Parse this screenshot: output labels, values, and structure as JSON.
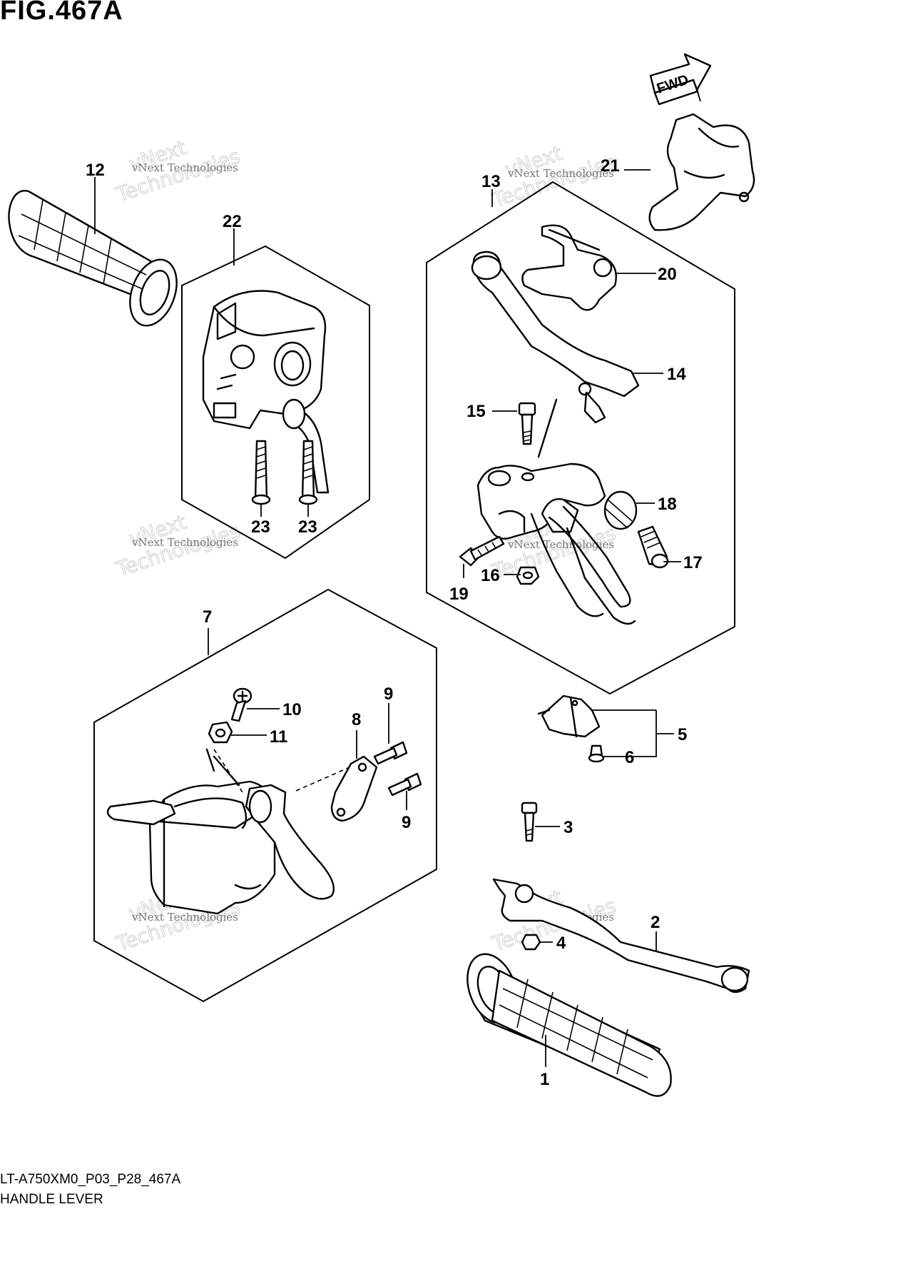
{
  "figure_title": "FIG.467A",
  "caption_code": "LT-A750XM0_P03_P28_467A",
  "caption_name": "HANDLE LEVER",
  "fwd_label": "FWD",
  "watermark": {
    "line1": "vNext Technologies",
    "line2": "vNext",
    "line3": "Technologies"
  },
  "callouts": {
    "c1": "1",
    "c2": "2",
    "c3": "3",
    "c4": "4",
    "c5": "5",
    "c6": "6",
    "c7": "7",
    "c8": "8",
    "c9a": "9",
    "c9b": "9",
    "c10": "10",
    "c11": "11",
    "c12": "12",
    "c13": "13",
    "c14": "14",
    "c15": "15",
    "c16": "16",
    "c17": "17",
    "c18": "18",
    "c19": "19",
    "c20": "20",
    "c21": "21",
    "c22": "22",
    "c23a": "23",
    "c23b": "23"
  }
}
